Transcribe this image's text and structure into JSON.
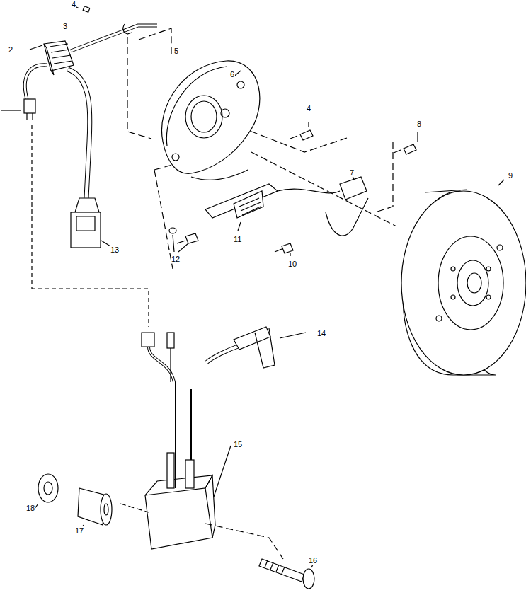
{
  "diagram": {
    "labels": [
      "4",
      "3",
      "2",
      "5",
      "6",
      "4",
      "8",
      "7",
      "9",
      "11",
      "13",
      "12",
      "10",
      "14",
      "15",
      "18",
      "17",
      "16"
    ]
  }
}
